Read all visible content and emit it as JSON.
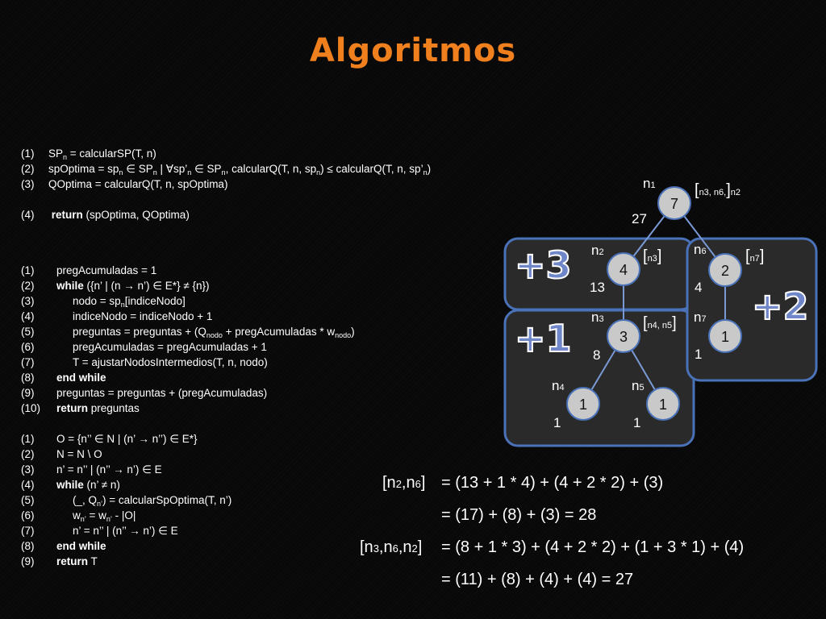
{
  "title": "Algoritmos",
  "algo1": [
    {
      "n": "(1)",
      "i": 0,
      "p": [
        {
          "t": "SP"
        },
        {
          "t": "n",
          "s": 1
        },
        {
          "t": " = calcularSP(T, n)"
        }
      ]
    },
    {
      "n": "(2)",
      "i": 0,
      "p": [
        {
          "t": "spOptima = sp"
        },
        {
          "t": "n",
          "s": 1
        },
        {
          "t": " ∈ SP"
        },
        {
          "t": "n",
          "s": 1
        },
        {
          "t": " | ∀sp’"
        },
        {
          "t": "n",
          "s": 1
        },
        {
          "t": " ∈ SP"
        },
        {
          "t": "n",
          "s": 1
        },
        {
          "t": ", calcularQ(T, n, sp"
        },
        {
          "t": "n",
          "s": 1
        },
        {
          "t": ") ≤ calcularQ(T, n, sp’"
        },
        {
          "t": "n",
          "s": 1
        },
        {
          "t": ")"
        }
      ]
    },
    {
      "n": "(3)",
      "i": 0,
      "p": [
        {
          "t": "QOptima = calcularQ(T, n, spOptima)"
        }
      ]
    },
    {
      "n": "",
      "i": 0,
      "p": []
    },
    {
      "n": "(4)",
      "i": 0,
      "p": [
        {
          "t": " "
        },
        {
          "t": "return",
          "b": 1
        },
        {
          "t": " (spOptima, QOptima)"
        }
      ]
    }
  ],
  "algo2": [
    {
      "n": "(1)",
      "i": 1,
      "p": [
        {
          "t": "pregAcumuladas = 1"
        }
      ]
    },
    {
      "n": "(2)",
      "i": 1,
      "p": [
        {
          "t": "while",
          "b": 1
        },
        {
          "t": " ({n’ | (n → n’) ∈ E*} ≠ {n})"
        }
      ]
    },
    {
      "n": "(3)",
      "i": 2,
      "p": [
        {
          "t": "nodo = sp"
        },
        {
          "t": "n",
          "s": 1
        },
        {
          "t": "[indiceNodo]"
        }
      ]
    },
    {
      "n": "(4)",
      "i": 2,
      "p": [
        {
          "t": "indiceNodo = indiceNodo + 1"
        }
      ]
    },
    {
      "n": "(5)",
      "i": 2,
      "p": [
        {
          "t": "preguntas = preguntas + (Q"
        },
        {
          "t": "nodo",
          "s": 1
        },
        {
          "t": " + pregAcumuladas * w"
        },
        {
          "t": "nodo",
          "s": 1
        },
        {
          "t": ")"
        }
      ]
    },
    {
      "n": "(6)",
      "i": 2,
      "p": [
        {
          "t": "pregAcumuladas = pregAcumuladas + 1"
        }
      ]
    },
    {
      "n": "(7)",
      "i": 2,
      "p": [
        {
          "t": "T = ajustarNodosIntermedios(T, n, nodo)"
        }
      ]
    },
    {
      "n": "(8)",
      "i": 1,
      "p": [
        {
          "t": "end while",
          "b": 1
        }
      ]
    },
    {
      "n": "(9)",
      "i": 1,
      "p": [
        {
          "t": "preguntas = preguntas + (pregAcumuladas)"
        }
      ]
    },
    {
      "n": "(10)",
      "i": 1,
      "p": [
        {
          "t": "return",
          "b": 1
        },
        {
          "t": " preguntas"
        }
      ]
    }
  ],
  "algo3": [
    {
      "n": "(1)",
      "i": 1,
      "p": [
        {
          "t": "O = {n’’ ∈ N | (n’ → n’’) ∈ E*}"
        }
      ]
    },
    {
      "n": "(2)",
      "i": 1,
      "p": [
        {
          "t": "N = N \\ O"
        }
      ]
    },
    {
      "n": "(3)",
      "i": 1,
      "p": [
        {
          "t": "n’ = n’’ | (n’’ → n’) ∈ E"
        }
      ]
    },
    {
      "n": "(4)",
      "i": 1,
      "p": [
        {
          "t": "while",
          "b": 1
        },
        {
          "t": " (n’ ≠ n)"
        }
      ]
    },
    {
      "n": "(5)",
      "i": 2,
      "p": [
        {
          "t": "(_, Q"
        },
        {
          "t": "n’",
          "s": 1
        },
        {
          "t": ") = calcularSpOptima(T, n’)"
        }
      ]
    },
    {
      "n": "(6)",
      "i": 2,
      "p": [
        {
          "t": "w"
        },
        {
          "t": "n’",
          "s": 1
        },
        {
          "t": " = w"
        },
        {
          "t": "n’",
          "s": 1
        },
        {
          "t": " - |O|"
        }
      ]
    },
    {
      "n": "(7)",
      "i": 2,
      "p": [
        {
          "t": "n’ = n’’ | (n’’ → n’) ∈ E"
        }
      ]
    },
    {
      "n": "(8)",
      "i": 1,
      "p": [
        {
          "t": "end while",
          "b": 1
        }
      ]
    },
    {
      "n": "(9)",
      "i": 1,
      "p": [
        {
          "t": "return",
          "b": 1
        },
        {
          "t": " T"
        }
      ]
    }
  ],
  "tree": {
    "nodes": [
      {
        "id": "n1",
        "value": "7",
        "name": "n",
        "sub": "1",
        "q": "27"
      },
      {
        "id": "n2",
        "value": "4",
        "name": "n",
        "sub": "2",
        "q": "13"
      },
      {
        "id": "n3",
        "value": "3",
        "name": "n",
        "sub": "3",
        "q": "8"
      },
      {
        "id": "n4",
        "value": "1",
        "name": "n",
        "sub": "4",
        "q": "1"
      },
      {
        "id": "n5",
        "value": "1",
        "name": "n",
        "sub": "5",
        "q": "1"
      },
      {
        "id": "n6",
        "value": "2",
        "name": "n",
        "sub": "6",
        "q": "4"
      },
      {
        "id": "n7",
        "value": "1",
        "name": "n",
        "sub": "7",
        "q": "1"
      }
    ],
    "seq_n1": {
      "open": "[",
      "inner": "n3, n6,",
      "close": "]",
      "tail": "n2"
    },
    "seq_n2": {
      "open": "[",
      "inner": "n3",
      "close": "]"
    },
    "seq_n3": {
      "open": "[",
      "inner": "n4, n5",
      "close": "]"
    },
    "seq_n6": {
      "open": "[",
      "inner": "n7",
      "close": "]"
    },
    "inc_left_top": "+3",
    "inc_left_bottom": "+1",
    "inc_right": "+2"
  },
  "equations": {
    "eq1_lhs_a": "[n",
    "eq1_lhs_s1": "2",
    "eq1_lhs_b": ",n",
    "eq1_lhs_s2": "6",
    "eq1_lhs_c": "]",
    "eq1_rhs": "=  (13 + 1 * 4) + (4 + 2 * 2) +  (3)",
    "eq2": "=  (17) + (8) + (3) =  28",
    "eq3_lhs_a": "[n",
    "eq3_lhs_s1": "3",
    "eq3_lhs_b": ",n",
    "eq3_lhs_s2": "6",
    "eq3_lhs_c": ",n",
    "eq3_lhs_s3": "2",
    "eq3_lhs_d": "]",
    "eq3_rhs": "=  (8 + 1 * 3) +  (4 + 2 * 2) +  (1 + 3 * 1) +  (4)",
    "eq4": "=  (11) + (8) + (4) + (4)  =  27"
  },
  "colors": {
    "title": "#f0801e",
    "box_fill": "#2a2a2a",
    "box_stroke": "#4a72b8",
    "node_fill": "#c9c9c9",
    "edge": "#7a9ad6"
  }
}
